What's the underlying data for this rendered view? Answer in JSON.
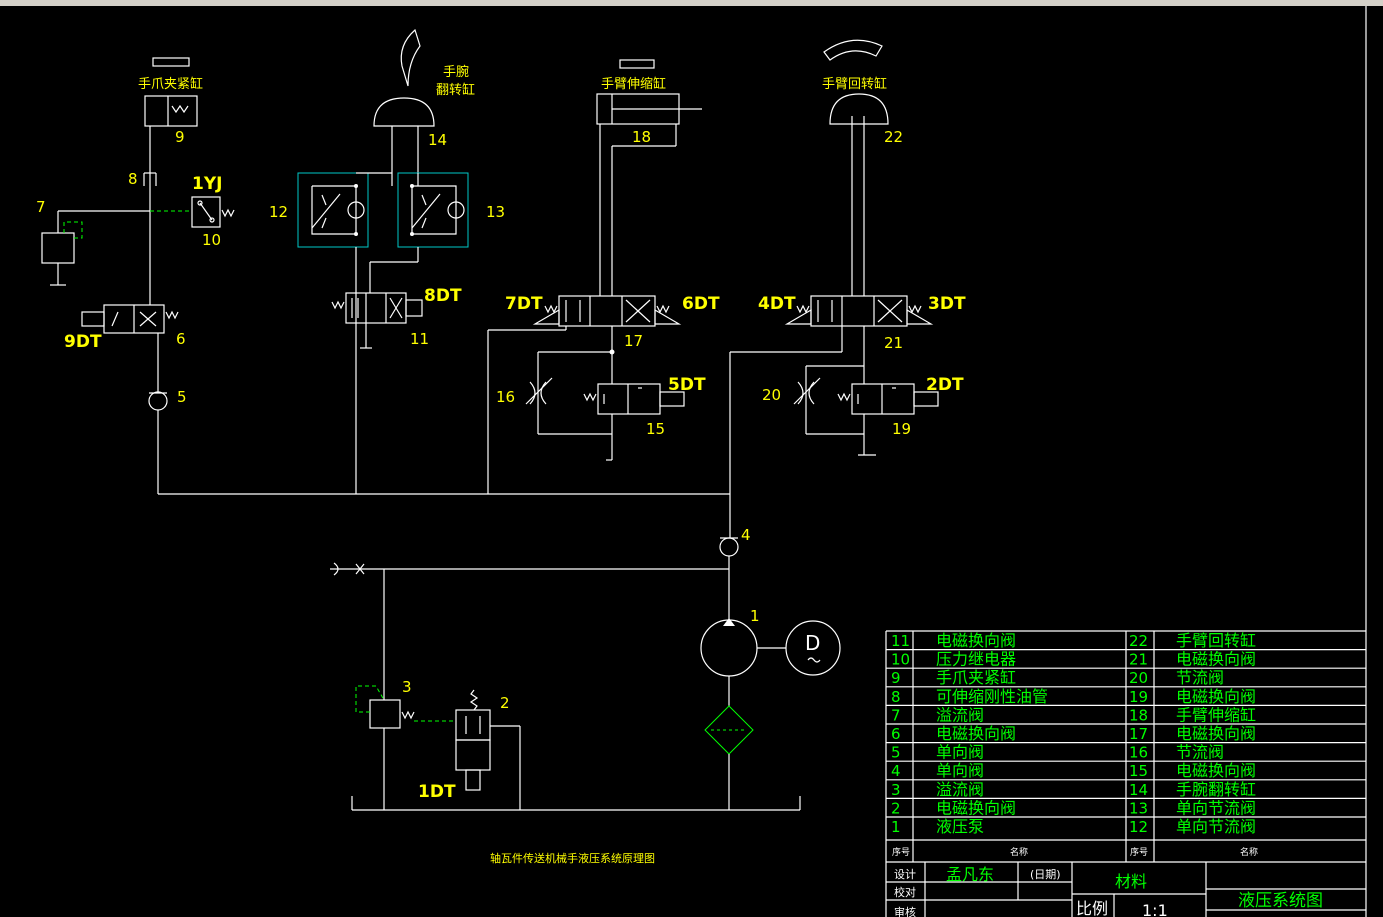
{
  "labels": {
    "cyl_claw": "手爪夹紧缸",
    "cyl_wrist_1": "手腕",
    "cyl_wrist_2": "翻转缸",
    "cyl_arm_ext": "手臂伸缩缸",
    "cyl_arm_rot": "手臂回转缸",
    "n1": "1",
    "n2": "2",
    "n3": "3",
    "n4": "4",
    "n5": "5",
    "n6": "6",
    "n7": "7",
    "n8": "8",
    "n9": "9",
    "n10": "10",
    "n11": "11",
    "n12": "12",
    "n13": "13",
    "n14": "14",
    "n15": "15",
    "n16": "16",
    "n17": "17",
    "n18": "18",
    "n19": "19",
    "n20": "20",
    "n21": "21",
    "n22": "22",
    "dt1": "1DT",
    "dt2": "2DT",
    "dt3": "3DT",
    "dt4": "4DT",
    "dt5": "5DT",
    "dt6": "6DT",
    "dt7": "7DT",
    "dt8": "8DT",
    "dt9": "9DT",
    "yj1": "1YJ",
    "motor": "D",
    "caption": "轴瓦件传送机械手液压系统原理图"
  },
  "parts_list": {
    "left": [
      {
        "no": "11",
        "name": "电磁换向阀"
      },
      {
        "no": "10",
        "name": "压力继电器"
      },
      {
        "no": "9",
        "name": "手爪夹紧缸"
      },
      {
        "no": "8",
        "name": "可伸缩刚性油管"
      },
      {
        "no": "7",
        "name": "溢流阀"
      },
      {
        "no": "6",
        "name": "电磁换向阀"
      },
      {
        "no": "5",
        "name": "单向阀"
      },
      {
        "no": "4",
        "name": "单向阀"
      },
      {
        "no": "3",
        "name": "溢流阀"
      },
      {
        "no": "2",
        "name": "电磁换向阀"
      },
      {
        "no": "1",
        "name": "液压泵"
      }
    ],
    "right": [
      {
        "no": "22",
        "name": "手臂回转缸"
      },
      {
        "no": "21",
        "name": "电磁换向阀"
      },
      {
        "no": "20",
        "name": "节流阀"
      },
      {
        "no": "19",
        "name": "电磁换向阀"
      },
      {
        "no": "18",
        "name": "手臂伸缩缸"
      },
      {
        "no": "17",
        "name": "电磁换向阀"
      },
      {
        "no": "16",
        "name": "节流阀"
      },
      {
        "no": "15",
        "name": "电磁换向阀"
      },
      {
        "no": "14",
        "name": "手腕翻转缸"
      },
      {
        "no": "13",
        "name": "单向节流阀"
      },
      {
        "no": "12",
        "name": "单向节流阀"
      }
    ],
    "header_seq": "序号",
    "header_name": "名称"
  },
  "title_block": {
    "design_label": "设计",
    "designer": "孟凡东",
    "date_label": "(日期)",
    "check_label": "校对",
    "review_label": "审核",
    "material_label": "材料",
    "scale_label": "比例",
    "scale_value": "1:1",
    "drawing_title": "液压系统图"
  }
}
